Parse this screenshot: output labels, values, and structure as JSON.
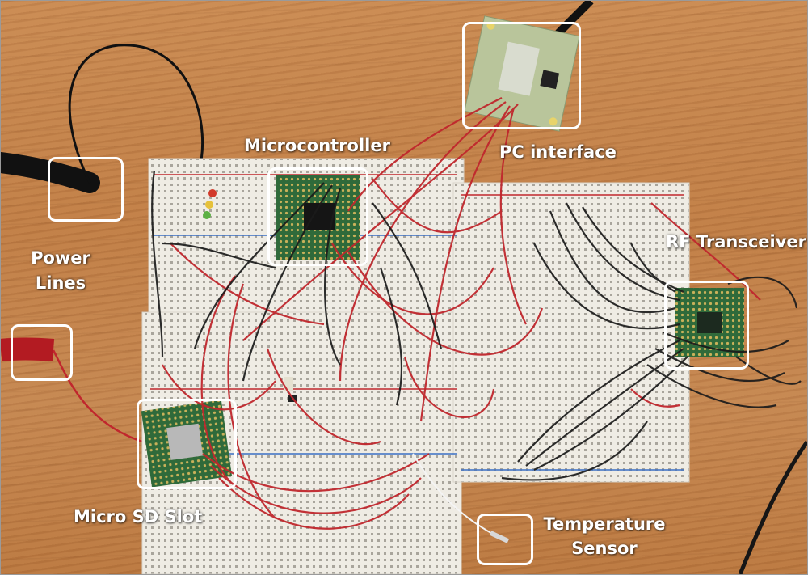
{
  "labels": {
    "microcontroller": "Microcontroller",
    "pc_interface": "PC interface",
    "power_lines_1": "Power",
    "power_lines_2": "Lines",
    "rf_transceiver": "RF Transceiver",
    "micro_sd_slot": "Micro SD Slot",
    "temperature_sensor_1": "Temperature",
    "temperature_sensor_2": "Sensor"
  },
  "colors": {
    "wood": "#c48650",
    "breadboard": "#efece4",
    "pcb_green": "#2f6a3a",
    "wire_red": "#c0272d",
    "wire_black": "#1b1b1b",
    "callout": "#ffffff"
  }
}
